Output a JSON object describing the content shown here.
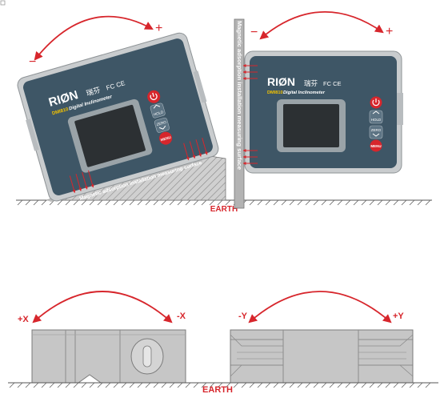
{
  "device": {
    "brand": "RIØN",
    "brand_cn": "瑞芬",
    "certs": "FC CE",
    "model_code": "DMI810",
    "model_desc": "Digital Inclinometer",
    "btn_hold": "HOLD",
    "btn_zero": "ZERO",
    "btn_menu": "MENU"
  },
  "labels": {
    "earth_top": "EARTH",
    "earth_bottom": "EARTH",
    "magnetic_slope": "Magnetic adsorption installation measuring surface",
    "magnetic_wall": "Magnetic adsorption installation measuring surface"
  },
  "arrows": {
    "left_plus": "+",
    "left_minus": "−",
    "right_minus": "−",
    "right_plus": "+",
    "x_plus": "+X",
    "x_minus": "-X",
    "y_minus": "-Y",
    "y_plus": "+Y"
  },
  "colors": {
    "accent": "#d7262c",
    "device_body": "#3e5666",
    "device_frame": "#c9ccce",
    "screen": "#2c3033",
    "side_view": "#c6c6c6"
  }
}
